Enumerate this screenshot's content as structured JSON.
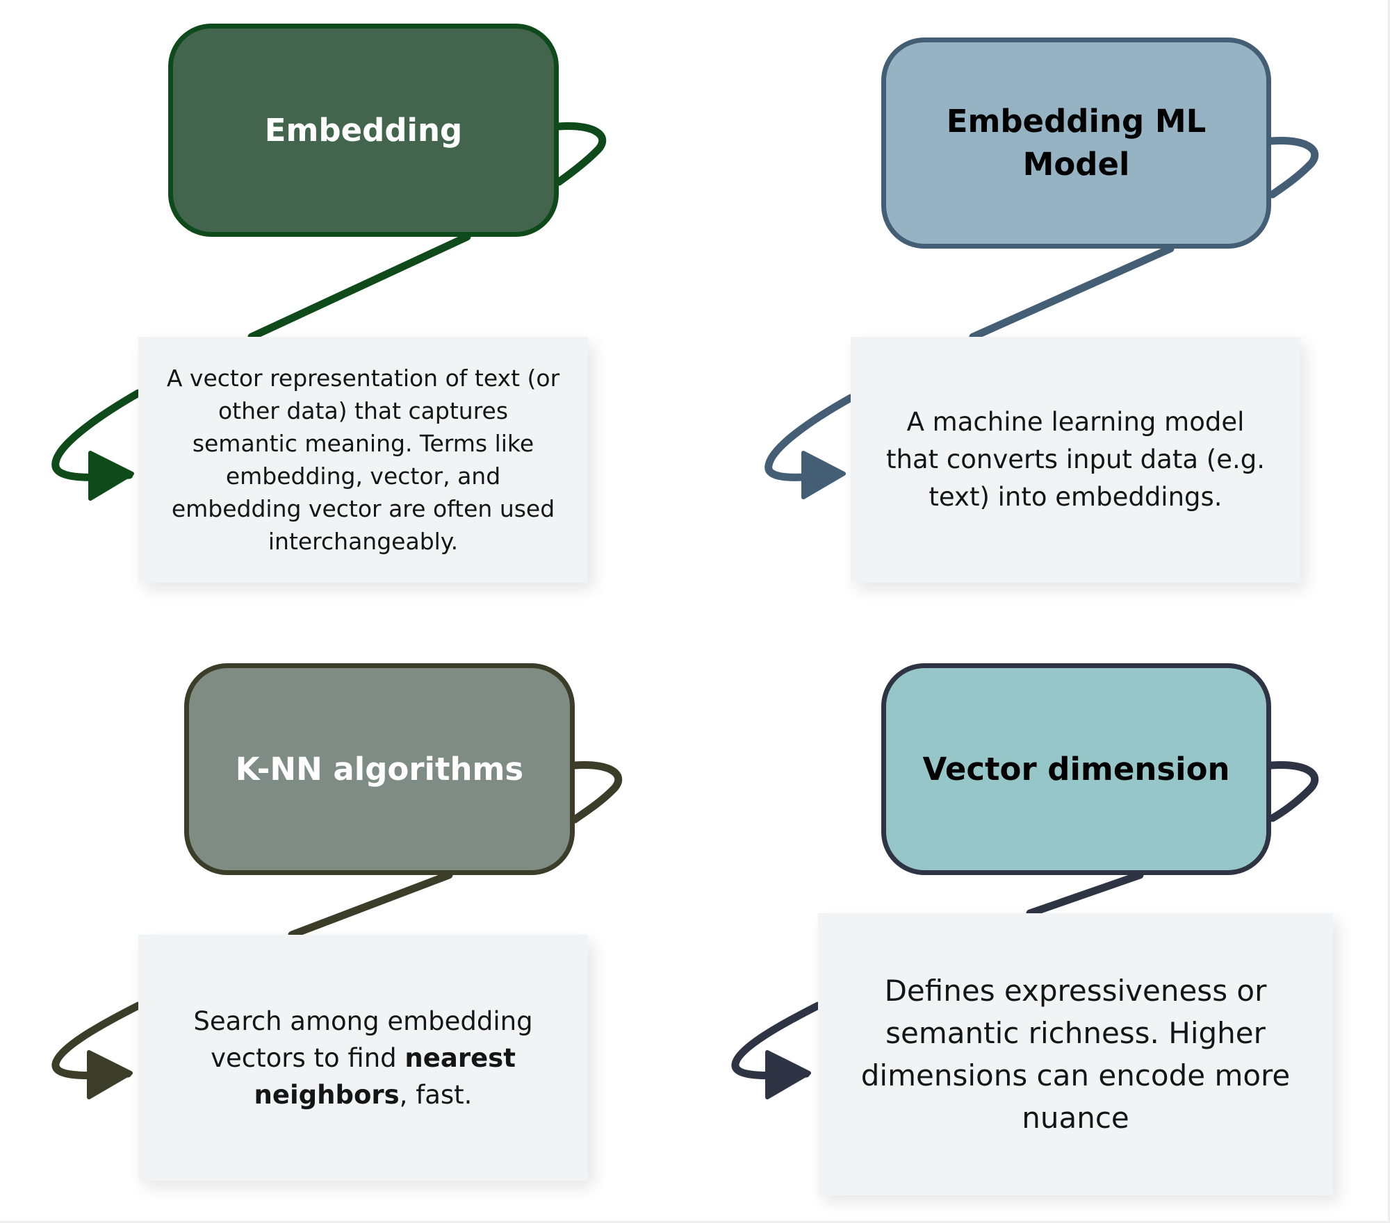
{
  "cards": [
    {
      "title": "Embedding",
      "description": "A vector representation of text (or other data) that captures semantic meaning. Terms like embedding, vector, and embedding vector are often used interchangeably.",
      "fill_color": "#43654d",
      "border_color": "#0f4a1a",
      "title_color": "#ffffff"
    },
    {
      "title": "Embedding ML Model",
      "description": "A machine learning model that converts input data (e.g. text) into embeddings.",
      "fill_color": "#95b3c2",
      "border_color": "#435e75",
      "title_color": "#000000"
    },
    {
      "title": "K-NN algorithms",
      "description_parts": [
        {
          "text": "Search among embedding vectors to find ",
          "bold": false
        },
        {
          "text": "nearest neighbors",
          "bold": true
        },
        {
          "text": ", fast.",
          "bold": false
        }
      ],
      "fill_color": "#7e8c83",
      "border_color": "#3b3d29",
      "title_color": "#ffffff"
    },
    {
      "title": "Vector dimension",
      "description": "Defines expressiveness or semantic richness. Higher dimensions can encode more nuance",
      "fill_color": "#97c6c9",
      "border_color": "#2e3444",
      "title_color": "#000000"
    }
  ],
  "icons": {
    "connector": "curved-arrow-icon"
  }
}
